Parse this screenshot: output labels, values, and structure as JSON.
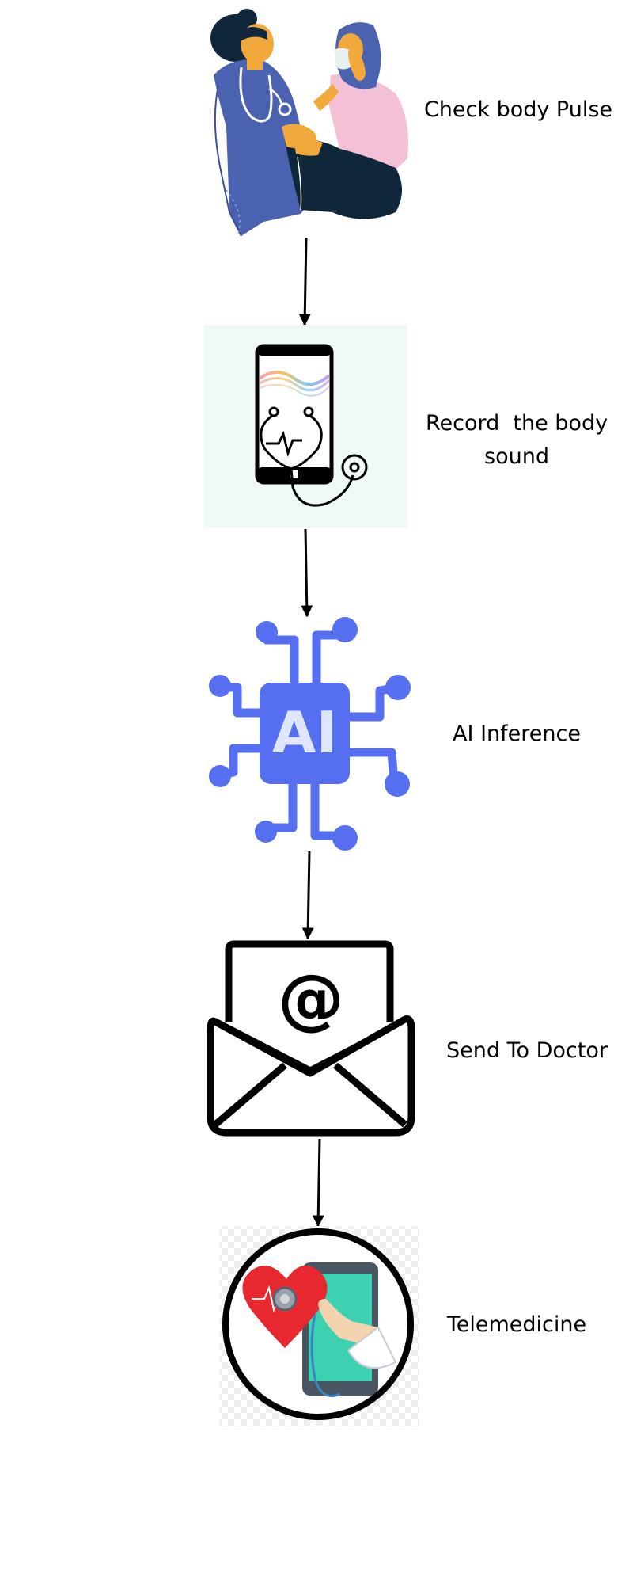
{
  "steps": [
    {
      "label": "Check body Pulse",
      "icon": "doctor-patient-illustration"
    },
    {
      "label_lines": [
        "Record  the body",
        "sound"
      ],
      "icon": "phone-stethoscope-icon"
    },
    {
      "label": "AI Inference",
      "icon": "ai-chip-icon"
    },
    {
      "label": "Send To Doctor",
      "icon": "email-envelope-icon"
    },
    {
      "label": "Telemedicine",
      "icon": "telemedicine-icon"
    }
  ],
  "ai_icon_text": "AI",
  "email_icon_text": "@",
  "colors": {
    "arrow": "#000000",
    "doctor_blue": "#4a62b0",
    "skin": "#f2a93b",
    "patient_pink": "#f3c0d6",
    "patient_navy": "#10263a",
    "ai_blue": "#566ff0",
    "ai_text": "#dfe6ff",
    "phone_bg": "#effaf7",
    "heart_red": "#e8282f",
    "phone_teal": "#3cd1b1"
  }
}
